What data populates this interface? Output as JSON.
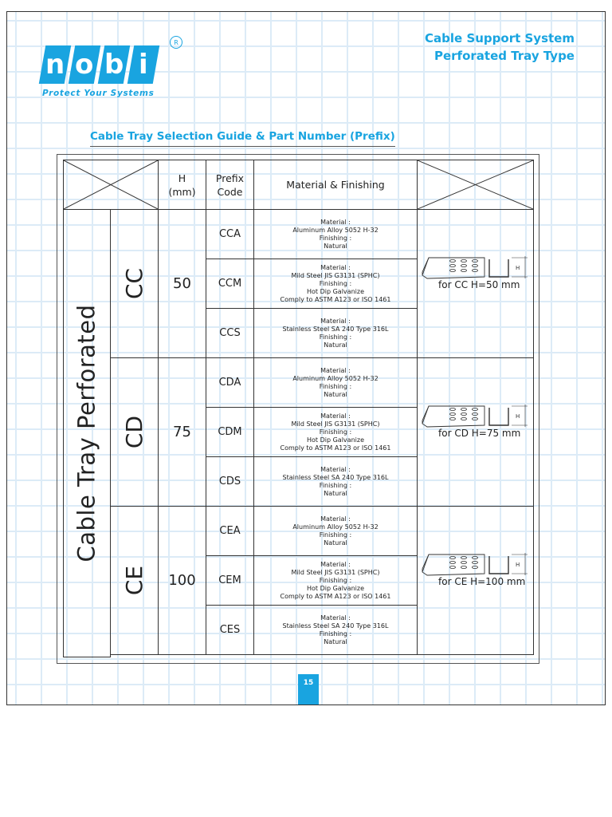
{
  "brand": {
    "letters": [
      "n",
      "o",
      "b",
      "i"
    ],
    "registered_mark": "R",
    "tagline": "Protect Your Systems"
  },
  "header": {
    "line1": "Cable Support System",
    "line2": "Perforated Tray Type"
  },
  "section_title": "Cable Tray Selection Guide & Part Number (Prefix)",
  "table": {
    "headers": {
      "h": "H",
      "h_unit": "(mm)",
      "prefix": "Prefix",
      "code": "Code",
      "material": "Material & Finishing"
    },
    "category_label": "Cable Tray Perforated",
    "series": [
      {
        "name": "CC",
        "height": "50",
        "caption": "for CC H=50 mm",
        "rows": [
          {
            "code": "CCA",
            "material": [
              "Material :",
              "Aluminum Alloy 5052 H-32",
              "Finishing :",
              "Natural"
            ]
          },
          {
            "code": "CCM",
            "material": [
              "Material :",
              "Mild Steel JIS G3131 (SPHC)",
              "Finishing :",
              "Hot Dip Galvanize",
              "Comply to ASTM A123 or ISO 1461"
            ]
          },
          {
            "code": "CCS",
            "material": [
              "Material :",
              "Stainless Steel SA 240 Type 316L",
              "Finishing :",
              "Natural"
            ]
          }
        ]
      },
      {
        "name": "CD",
        "height": "75",
        "caption": "for CD H=75 mm",
        "rows": [
          {
            "code": "CDA",
            "material": [
              "Material :",
              "Aluminum Alloy 5052 H-32",
              "Finishing :",
              "Natural"
            ]
          },
          {
            "code": "CDM",
            "material": [
              "Material :",
              "Mild Steel JIS G3131 (SPHC)",
              "Finishing :",
              "Hot Dip Galvanize",
              "Comply to ASTM A123 or ISO 1461"
            ]
          },
          {
            "code": "CDS",
            "material": [
              "Material :",
              "Stainless Steel SA 240 Type 316L",
              "Finishing :",
              "Natural"
            ]
          }
        ]
      },
      {
        "name": "CE",
        "height": "100",
        "caption": "for CE H=100 mm",
        "rows": [
          {
            "code": "CEA",
            "material": [
              "Material :",
              "Aluminum Alloy 5052 H-32",
              "Finishing :",
              "Natural"
            ]
          },
          {
            "code": "CEM",
            "material": [
              "Material :",
              "Mild Steel JIS G3131 (SPHC)",
              "Finishing :",
              "Hot Dip Galvanize",
              "Comply to ASTM A123 or ISO 1461"
            ]
          },
          {
            "code": "CES",
            "material": [
              "Material :",
              "Stainless Steel SA 240 Type 316L",
              "Finishing :",
              "Natural"
            ]
          }
        ]
      }
    ]
  },
  "diagram_label": "H",
  "page_number": "15",
  "colors": {
    "brand_blue": "#19a4e0",
    "grid": "#dcebf7"
  }
}
